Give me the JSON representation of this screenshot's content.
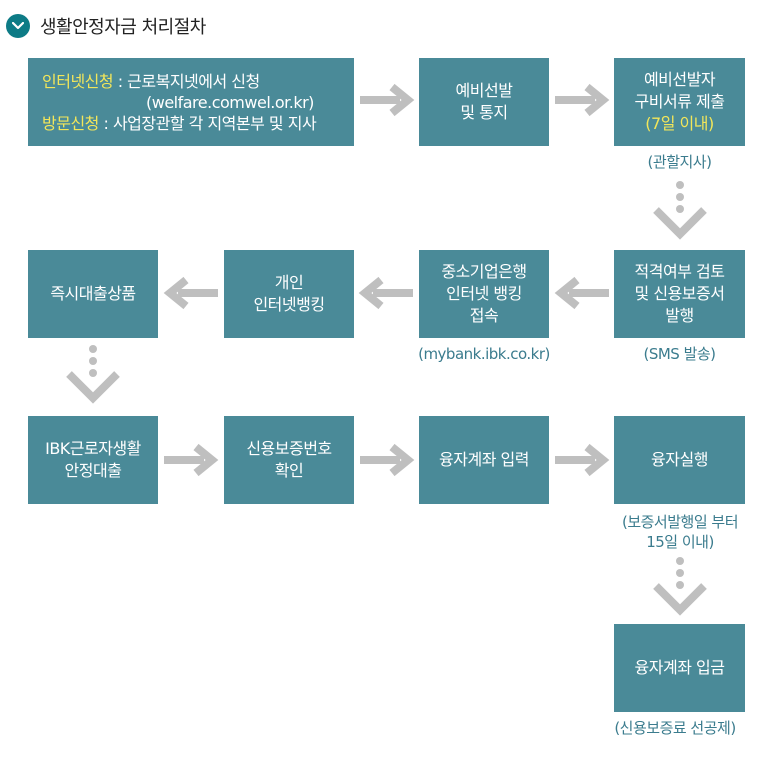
{
  "title": "생활안정자금 처리절차",
  "steps": {
    "apply": {
      "internet_label": "인터넷신청",
      "internet_text": ": 근로복지넷에서 신청",
      "internet_url": "(welfare.comwel.or.kr)",
      "visit_label": "방문신청",
      "visit_text": ": 사업장관할 각 지역본부 및 지사"
    },
    "notice": {
      "line1": "예비선발",
      "line2": "및 통지"
    },
    "submit": {
      "line1": "예비선발자",
      "line2": "구비서류 제출",
      "line3": "(7일 이내)",
      "caption": "(관할지사)"
    },
    "review": {
      "line1": "적격여부 검토",
      "line2": "및 신용보증서",
      "line3": "발행",
      "caption": "(SMS 발송)"
    },
    "bank": {
      "line1": "중소기업은행",
      "line2": "인터넷 뱅킹",
      "line3": "접속",
      "caption": "(mybank.ibk.co.kr)"
    },
    "personal": {
      "line1": "개인",
      "line2": "인터넷뱅킹"
    },
    "instant": {
      "line1": "즉시대출상품"
    },
    "ibk": {
      "line1": "IBK근로자생활",
      "line2": "안정대출"
    },
    "confirm": {
      "line1": "신용보증번호",
      "line2": "확인"
    },
    "account": {
      "line1": "융자계좌 입력"
    },
    "execute": {
      "line1": "융자실행",
      "caption1": "(보증서발행일 부터",
      "caption2": "15일 이내)"
    },
    "deposit": {
      "line1": "융자계좌 입금",
      "caption": "(신용보증료 선공제)"
    }
  },
  "colors": {
    "box": "#4a8a98",
    "highlight": "#f2e65a",
    "caption": "#3b7c8e",
    "arrow": "#bfbfbf",
    "icon": "#0d7b86"
  }
}
